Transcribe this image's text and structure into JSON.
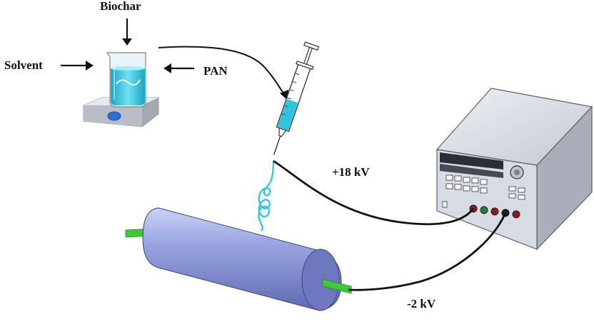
{
  "labels": {
    "biochar": "Biochar",
    "solvent": "Solvent",
    "pan": "PAN",
    "positive_voltage": "+18 kV",
    "negative_voltage": "-2 kV"
  },
  "colors": {
    "solution": "#2ec4dc",
    "fiber_jet": "#22c6e8",
    "collector_body": "#8e9bd8",
    "collector_shaft": "#3ec83a",
    "power_supply_body": "#d7dbe3",
    "wire": "#111111"
  },
  "icons": {
    "beaker": "beaker-on-stirrer-icon",
    "syringe": "syringe-icon",
    "collector": "rotating-drum-collector-icon",
    "power_supply": "high-voltage-power-supply-icon"
  }
}
